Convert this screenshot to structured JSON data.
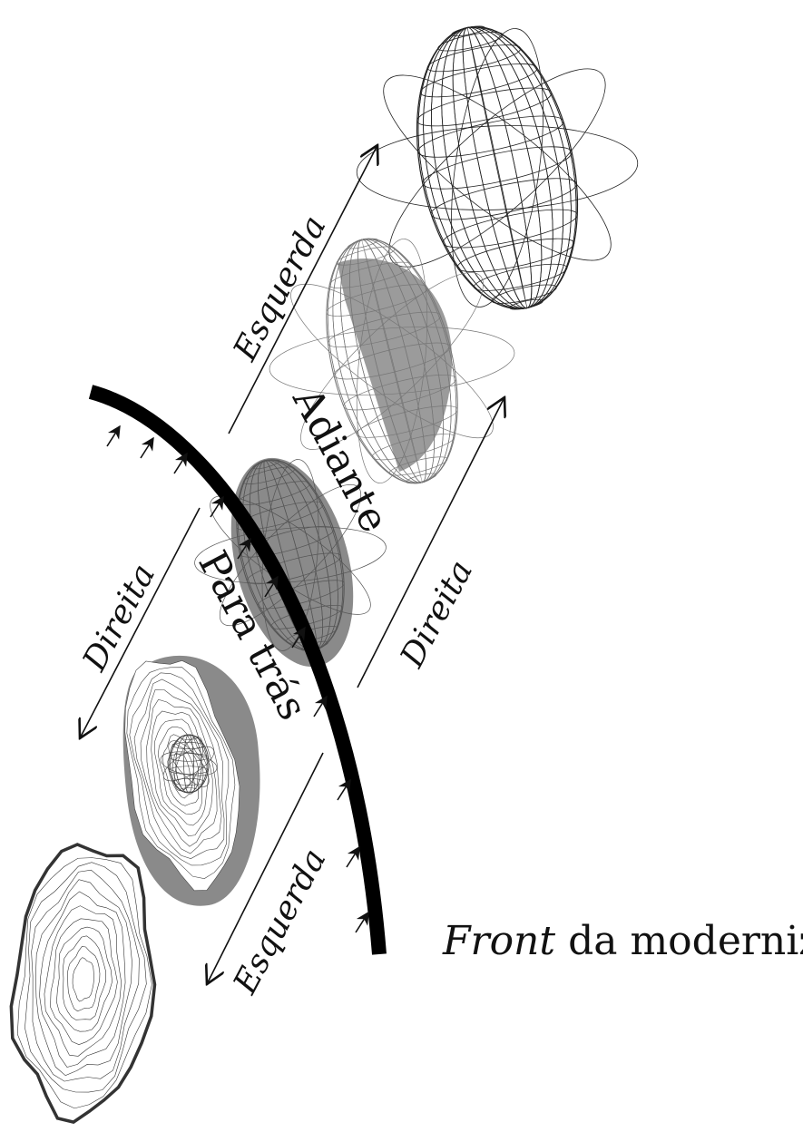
{
  "labels": {
    "left_top": "Esquerda",
    "right_top": "Direita",
    "left_bottom": "Esquerda",
    "right_bottom": "Direita",
    "forward": "Adiante",
    "backward": "Para trás",
    "caption_italic": "Front",
    "caption_rest": " da modernização"
  },
  "colors": {
    "ink": "#111111",
    "shadow": "#8a8a8a",
    "mesh": "#222222",
    "background": "#ffffff"
  },
  "icons": [
    "arrow-icon",
    "wireframe-sphere",
    "contour-shape"
  ]
}
